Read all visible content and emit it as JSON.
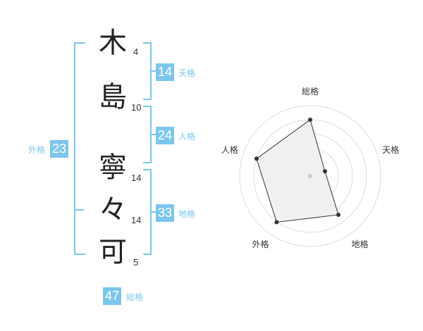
{
  "name": {
    "characters": [
      {
        "char": "木",
        "strokes": "4"
      },
      {
        "char": "島",
        "strokes": "10"
      },
      {
        "char": "寧",
        "strokes": "14"
      },
      {
        "char": "々",
        "strokes": "14"
      },
      {
        "char": "可",
        "strokes": "5"
      }
    ]
  },
  "kakusu": {
    "tenkaku": {
      "value": "14",
      "label": "天格"
    },
    "jinkaku": {
      "value": "24",
      "label": "人格"
    },
    "chikaku": {
      "value": "33",
      "label": "地格"
    },
    "gaikaku": {
      "value": "23",
      "label": "外格"
    },
    "soukaku": {
      "value": "47",
      "label": "総格"
    }
  },
  "chart_data": {
    "type": "radar",
    "axes": [
      "総格",
      "天格",
      "地格",
      "外格",
      "人格"
    ],
    "values": [
      0.8,
      0.22,
      0.68,
      0.81,
      0.8
    ],
    "range": [
      0,
      1
    ],
    "rings": 5,
    "colors": {
      "fill": "#efefef",
      "stroke": "#333333",
      "ring": "#dddddd",
      "point": "#333333",
      "center": "#cccccc"
    }
  }
}
